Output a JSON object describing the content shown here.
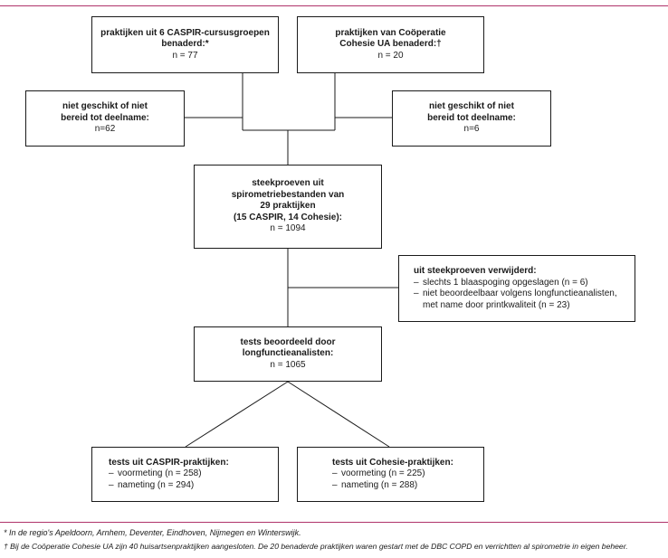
{
  "boxes": {
    "caspir_practices": {
      "line1": "praktijken uit 6 CASPIR-cursusgroepen",
      "line2": "benaderd:*",
      "count": "n = 77"
    },
    "cohesie_practices": {
      "line1": "praktijken van Coöperatie",
      "line2": "Cohesie UA benaderd:†",
      "count": "n = 20"
    },
    "caspir_excluded": {
      "line1": "niet geschikt of niet",
      "line2": "bereid tot deelname:",
      "count": "n=62"
    },
    "cohesie_excluded": {
      "line1": "niet geschikt of niet",
      "line2": "bereid tot deelname:",
      "count": "n=6"
    },
    "samples": {
      "line1": "steekproeven uit",
      "line2": "spirometriebestanden van",
      "line3": "29 praktijken",
      "line4": "(15 CASPIR, 14 Cohesie):",
      "count": "n = 1094"
    },
    "removed": {
      "title": "uit steekproeven verwijderd:",
      "items": [
        "slechts 1 blaaspoging opgeslagen (n = 6)",
        "niet beoordeelbaar volgens longfunctieanalisten, met name door printkwaliteit (n = 23)"
      ]
    },
    "assessed": {
      "line1": "tests beoordeeld door",
      "line2": "longfunctieanalisten:",
      "count": "n = 1065"
    },
    "caspir_tests": {
      "title": "tests uit CASPIR-praktijken:",
      "items": [
        "voormeting (n = 258)",
        "nameting (n = 294)"
      ]
    },
    "cohesie_tests": {
      "title": "tests uit Cohesie-praktijken:",
      "items": [
        "voormeting (n = 225)",
        "nameting (n = 288)"
      ]
    }
  },
  "bullet_char": "–",
  "footnotes": [
    "* In de regio's Apeldoorn, Arnhem, Deventer, Eindhoven, Nijmegen en Winterswijk.",
    "† Bij de Coöperatie Cohesie UA zijn 40 huisartsenpraktijken aangesloten. De 20 benaderde praktijken waren gestart met de DBC COPD en verrichtten al spirometrie in eigen beheer."
  ],
  "colors": {
    "rule": "#b0336a",
    "line": "#1a1a1a"
  }
}
